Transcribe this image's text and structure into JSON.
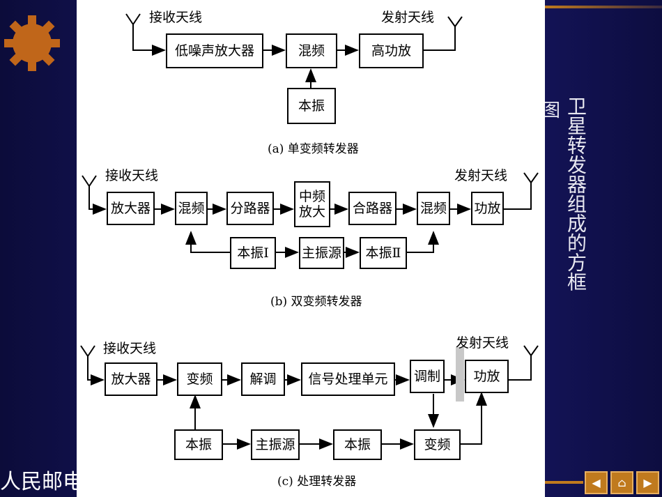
{
  "title": "卫星转发器组成的方框",
  "title_prefix": "图",
  "publisher": "人民邮电",
  "diagrams": {
    "a": {
      "caption": "(a)  单变频转发器",
      "rx_antenna": "接收天线",
      "tx_antenna": "发射天线",
      "lna": "低噪声放大器",
      "mixer": "混频",
      "hpa": "高功放",
      "lo": "本振"
    },
    "b": {
      "caption": "(b)  双变频转发器",
      "rx_antenna": "接收天线",
      "tx_antenna": "发射天线",
      "amp": "放大器",
      "mixer1": "混频",
      "splitter": "分路器",
      "if_amp": "中频\n放大",
      "combiner": "合路器",
      "mixer2": "混频",
      "pa": "功放",
      "lo1": "本振Ⅰ",
      "master_osc": "主振源",
      "lo2": "本振Ⅱ"
    },
    "c": {
      "caption": "(c)  处理转发器",
      "rx_antenna": "接收天线",
      "tx_antenna": "发射天线",
      "amp": "放大器",
      "freq_conv1": "变频",
      "demod": "解调",
      "signal_proc": "信号处理单元",
      "mod": "调制",
      "pa": "功放",
      "lo1": "本振",
      "master_osc": "主振源",
      "lo2": "本振",
      "freq_conv2": "变频"
    }
  },
  "nav": {
    "prev_icon": "left-arrow-icon",
    "home_icon": "home-icon",
    "next_icon": "right-arrow-icon"
  }
}
